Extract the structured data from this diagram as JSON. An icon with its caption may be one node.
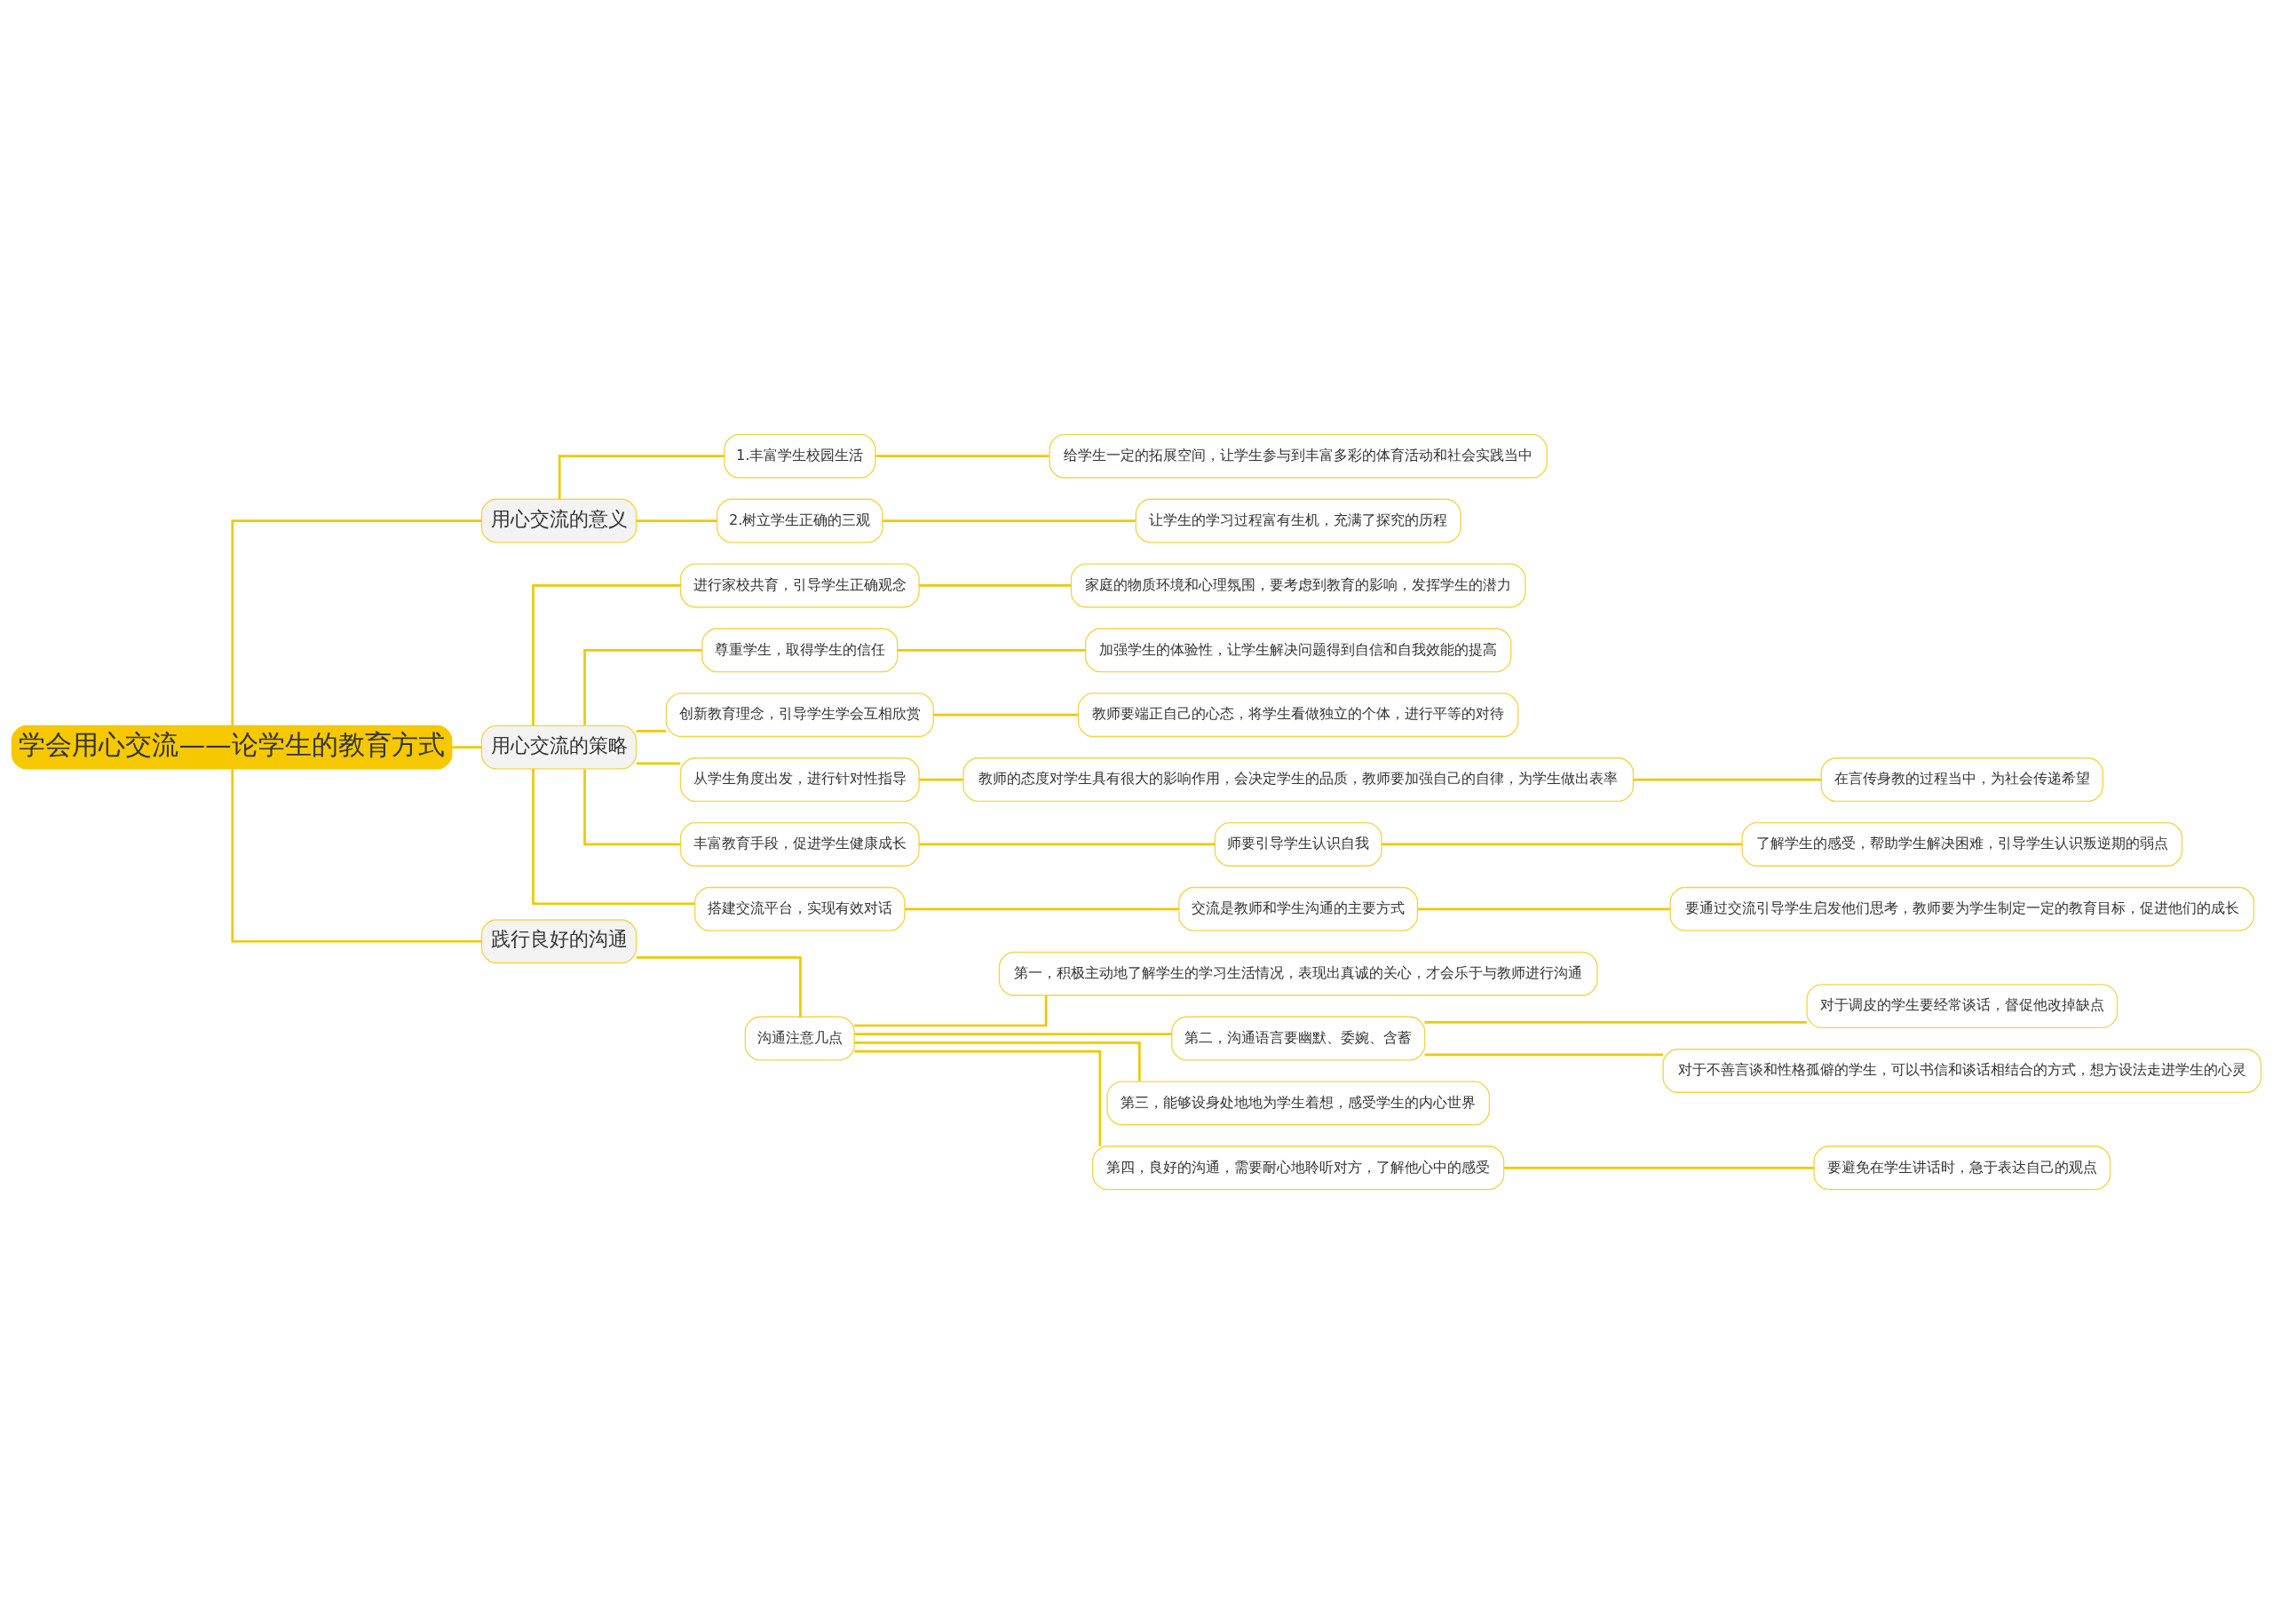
{
  "diagram": {
    "nodes": [
      {
        "text": [
          "学会用心交流——论学生的教育方式"
        ]
      },
      {
        "text": [
          "用心交流的意义"
        ]
      },
      {
        "text": [
          "1.丰富学生校园生活"
        ]
      },
      {
        "text": [
          "给学生一定的拓展空间，让学生参与到丰富多彩的体育活动和社会实践当中"
        ]
      },
      {
        "text": [
          "2.树立学生正确的三观"
        ]
      },
      {
        "text": [
          "让学生的学习过程富有生机，充满了探究的历程"
        ]
      },
      {
        "text": [
          "用心交流的策略"
        ]
      },
      {
        "text": [
          "进行家校共育，引导学生正确观念"
        ]
      },
      {
        "text": [
          "家庭的物质环境和心理氛围，要考虑到教育的影响，发挥学生的潜力"
        ]
      },
      {
        "text": [
          "尊重学生，取得学生的信任"
        ]
      },
      {
        "text": [
          "加强学生的体验性，让学生解决问题得到自信和自我效能的提高"
        ]
      },
      {
        "text": [
          "创新教育理念，引导学生学会互相欣赏"
        ]
      },
      {
        "text": [
          "教师要端正自己的心态，将学生看做独立的个体，进行平等的对待"
        ]
      },
      {
        "text": [
          "从学生角度出发，进行针对性指导"
        ]
      },
      {
        "text": [
          "教师的态度对学生具有很大的影响作用，会决定学生的品质，教师要加强自己的自律，为学生做出表率"
        ]
      },
      {
        "text": [
          "在言传身教的过程当中，为社会传递希望"
        ]
      },
      {
        "text": [
          "丰富教育手段，促进学生健康成长"
        ]
      },
      {
        "text": [
          "师要引导学生认识自我"
        ]
      },
      {
        "text": [
          "了解学生的感受，帮助学生解决困难，引导学生认识叛逆期的弱点"
        ]
      },
      {
        "text": [
          "搭建交流平台，实现有效对话"
        ]
      },
      {
        "text": [
          "交流是教师和学生沟通的主要方式"
        ]
      },
      {
        "text": [
          "要通过交流引导学生启发他们思考，教师要为学生制定一定的教育目标，促进他们的成长"
        ]
      },
      {
        "text": [
          "践行良好的沟通"
        ]
      },
      {
        "text": [
          "沟通注意几点"
        ]
      },
      {
        "text": [
          "第一，积极主动地了解学生的学习生活情况，表现出真诚的关心，才会乐于与教师进行沟通"
        ]
      },
      {
        "text": [
          "第二，沟通语言要幽默、委婉、含蓄"
        ]
      },
      {
        "text": [
          "对于调皮的学生要经常谈话，督促他改掉缺点"
        ]
      },
      {
        "text": [
          "对于不善言谈和性格孤僻的学生，可以书信和谈话相结合的方式，想方设法走进学生的心灵"
        ]
      },
      {
        "text": [
          "第三，能够设身处地地为学生着想，感受学生的内心世界"
        ]
      },
      {
        "text": [
          "第四，良好的沟通，需要耐心地聆听对方，了解他心中的感受"
        ]
      },
      {
        "text": [
          "要避免在学生讲话时，急于表达自己的观点"
        ]
      }
    ],
    "edges": [
      {
        "from": 0,
        "to": 1,
        "arrow": "none"
      },
      {
        "from": 1,
        "to": 2,
        "arrow": "none"
      },
      {
        "from": 2,
        "to": 3,
        "arrow": "none"
      },
      {
        "from": 1,
        "to": 4,
        "arrow": "none"
      },
      {
        "from": 4,
        "to": 5,
        "arrow": "none"
      },
      {
        "from": 0,
        "to": 6,
        "arrow": "none"
      },
      {
        "from": 6,
        "to": 7,
        "arrow": "none"
      },
      {
        "from": 7,
        "to": 8,
        "arrow": "none"
      },
      {
        "from": 6,
        "to": 9,
        "arrow": "none"
      },
      {
        "from": 9,
        "to": 10,
        "arrow": "none"
      },
      {
        "from": 6,
        "to": 11,
        "arrow": "none"
      },
      {
        "from": 11,
        "to": 12,
        "arrow": "none"
      },
      {
        "from": 6,
        "to": 13,
        "arrow": "none"
      },
      {
        "from": 13,
        "to": 14,
        "arrow": "none"
      },
      {
        "from": 14,
        "to": 15,
        "arrow": "none"
      },
      {
        "from": 6,
        "to": 16,
        "arrow": "none"
      },
      {
        "from": 16,
        "to": 17,
        "arrow": "none"
      },
      {
        "from": 17,
        "to": 18,
        "arrow": "none"
      },
      {
        "from": 6,
        "to": 19,
        "arrow": "none"
      },
      {
        "from": 19,
        "to": 20,
        "arrow": "none"
      },
      {
        "from": 20,
        "to": 21,
        "arrow": "none"
      },
      {
        "from": 0,
        "to": 22,
        "arrow": "none"
      },
      {
        "from": 22,
        "to": 23,
        "arrow": "none"
      },
      {
        "from": 23,
        "to": 24,
        "arrow": "none"
      },
      {
        "from": 23,
        "to": 25,
        "arrow": "none"
      },
      {
        "from": 25,
        "to": 26,
        "arrow": "none"
      },
      {
        "from": 25,
        "to": 27,
        "arrow": "none"
      },
      {
        "from": 23,
        "to": 28,
        "arrow": "none"
      },
      {
        "from": 23,
        "to": 29,
        "arrow": "none"
      },
      {
        "from": 29,
        "to": 30,
        "arrow": "none"
      }
    ]
  }
}
